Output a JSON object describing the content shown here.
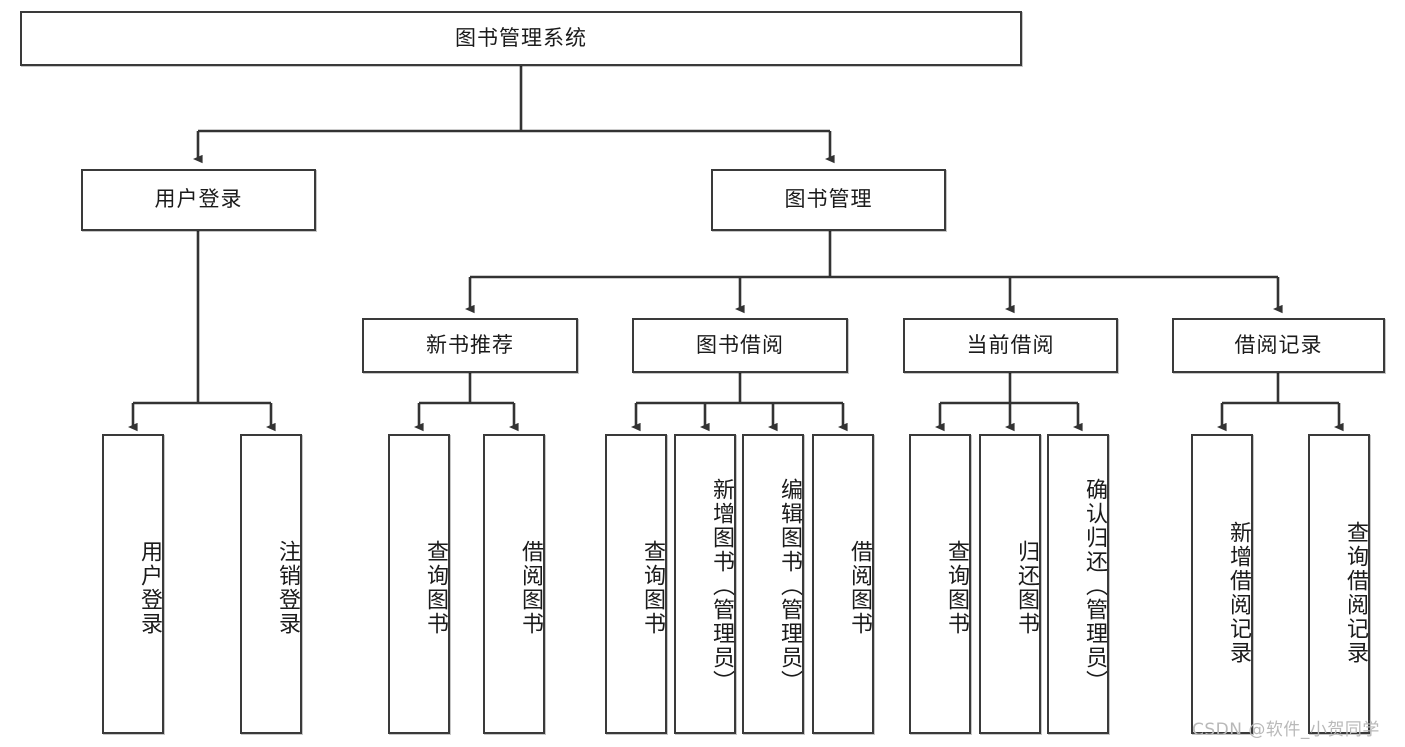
{
  "diagram": {
    "title": "图书管理系统",
    "type": "tree-hierarchy",
    "watermark": "CSDN @软件_小贺同学",
    "colors": {
      "node_border": "#3a3a3a",
      "node_fill": "#ffffff",
      "connector": "#333333",
      "text": "#1b1b1b",
      "watermark": "#b9b9b9"
    },
    "levels": {
      "root": "图书管理系统",
      "level2": [
        "用户登录",
        "图书管理"
      ],
      "level3": [
        "新书推荐",
        "图书借阅",
        "当前借阅",
        "借阅记录"
      ]
    },
    "nodes": {
      "root": {
        "label": "图书管理系统"
      },
      "user_login": {
        "label": "用户登录"
      },
      "book_manage": {
        "label": "图书管理"
      },
      "new_book_rec": {
        "label": "新书推荐"
      },
      "book_borrow": {
        "label": "图书借阅"
      },
      "current_borrow": {
        "label": "当前借阅"
      },
      "borrow_record": {
        "label": "借阅记录"
      }
    },
    "leaves": {
      "user_login": [
        {
          "label": "用户登录"
        },
        {
          "label": "注销登录"
        }
      ],
      "new_book_rec": [
        {
          "label": "查询图书"
        },
        {
          "label": "借阅图书"
        }
      ],
      "book_borrow": [
        {
          "label": "查询图书"
        },
        {
          "label": "新增图书（管理员）"
        },
        {
          "label": "编辑图书（管理员）"
        },
        {
          "label": "借阅图书"
        }
      ],
      "current_borrow": [
        {
          "label": "查询图书"
        },
        {
          "label": "归还图书"
        },
        {
          "label": "确认归还（管理员）"
        }
      ],
      "borrow_record": [
        {
          "label": "新增借阅记录"
        },
        {
          "label": "查询借阅记录"
        }
      ]
    }
  }
}
